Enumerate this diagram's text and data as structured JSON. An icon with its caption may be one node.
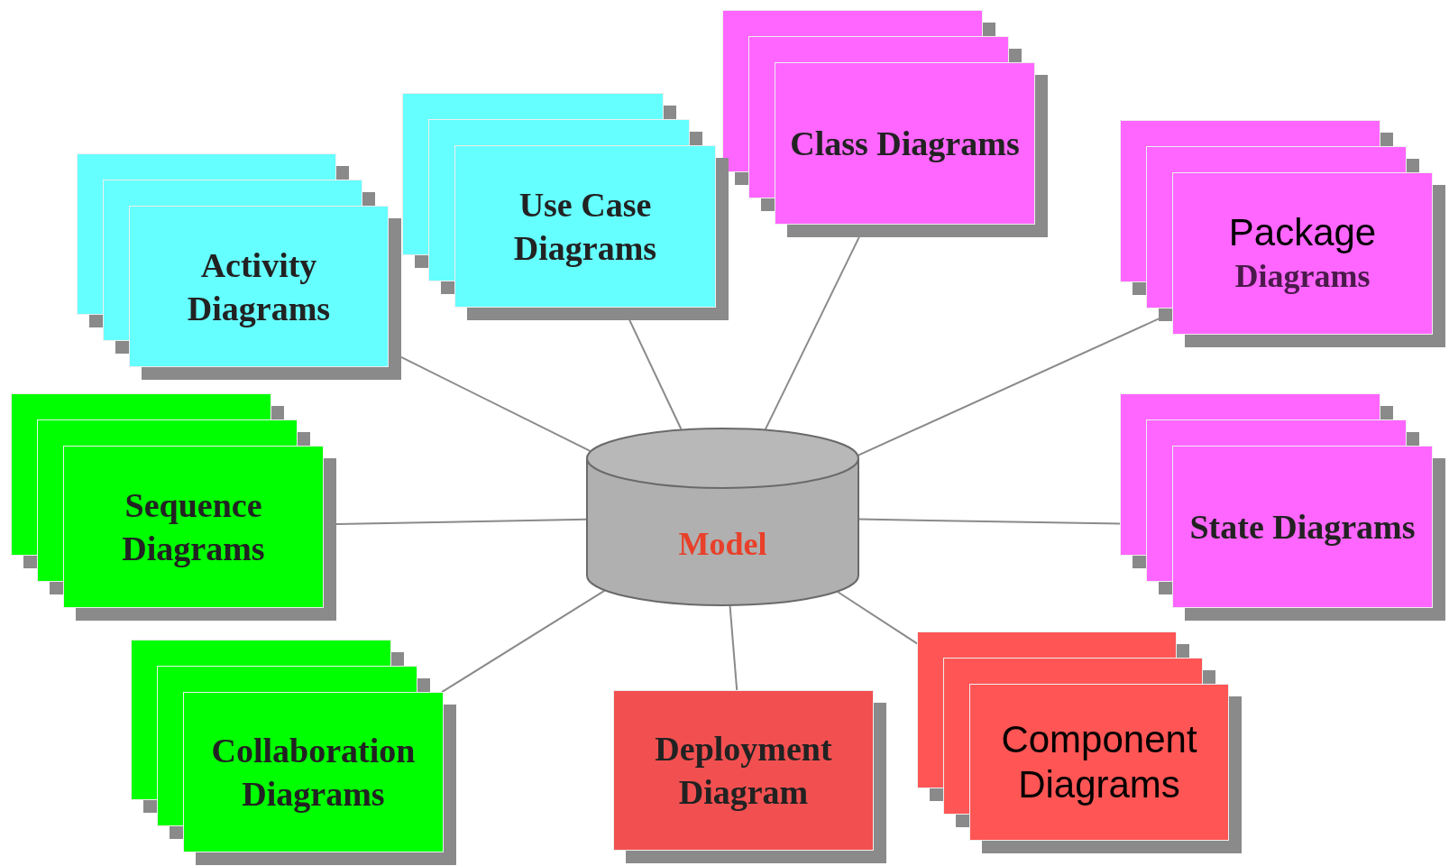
{
  "diagram": {
    "nodes": [
      {
        "text": [
          "Class Diagrams"
        ]
      },
      {
        "text": [
          "Use Case Diagrams"
        ]
      },
      {
        "text": [
          "Package",
          "Diagrams"
        ]
      },
      {
        "text": [
          "Activity Diagrams"
        ]
      },
      {
        "text": [
          "Sequence Diagrams"
        ]
      },
      {
        "text": [
          "Model"
        ]
      },
      {
        "text": [
          "State Diagrams"
        ]
      },
      {
        "text": [
          "Collaboration Diagrams"
        ]
      },
      {
        "text": [
          "Component Diagrams"
        ]
      },
      {
        "text": [
          "Deployment Diagram"
        ]
      }
    ],
    "edges": [
      {
        "from": 5,
        "to": 0,
        "arrow": "none"
      },
      {
        "from": 5,
        "to": 1,
        "arrow": "none"
      },
      {
        "from": 5,
        "to": 2,
        "arrow": "none"
      },
      {
        "from": 5,
        "to": 3,
        "arrow": "none"
      },
      {
        "from": 5,
        "to": 4,
        "arrow": "none"
      },
      {
        "from": 5,
        "to": 6,
        "arrow": "none"
      },
      {
        "from": 5,
        "to": 7,
        "arrow": "none"
      },
      {
        "from": 5,
        "to": 8,
        "arrow": "none"
      },
      {
        "from": 5,
        "to": 9,
        "arrow": "none"
      }
    ]
  }
}
